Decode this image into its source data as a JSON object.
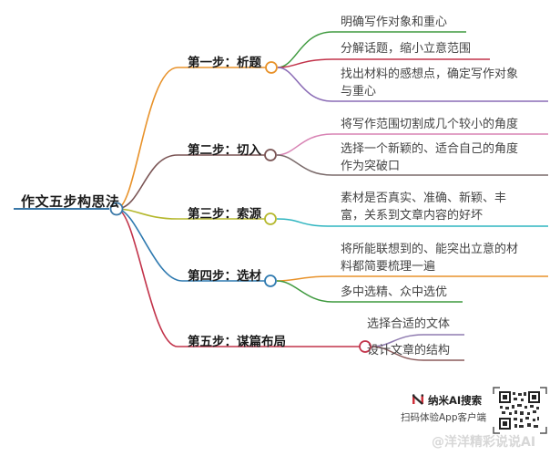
{
  "root": {
    "label": "作文五步构思法",
    "color": "#3a78a8"
  },
  "steps": [
    {
      "label": "第一步：析题",
      "color": "#e8922a",
      "children": [
        {
          "label": "明确写作对象和重心",
          "color": "#3f9a3f"
        },
        {
          "label": "分解话题，缩小立意范围",
          "color": "#c2334a"
        },
        {
          "label1": "找出材料的感想点，确定写作对象",
          "label2": "与重心",
          "color": "#8a6bb5"
        }
      ]
    },
    {
      "label": "第二步：切入",
      "color": "#7a5454",
      "children": [
        {
          "label": "将写作范围切割成几个较小的角度",
          "color": "#d883b4"
        },
        {
          "label1": "选择一个新颖的、适合自己的角度",
          "label2": "作为突破口",
          "color": "#7a6a6a"
        }
      ]
    },
    {
      "label": "第三步：索源",
      "color": "#b5b82e",
      "children": [
        {
          "label1": "素材是否真实、准确、新颖、丰",
          "label2": "富，关系到文章内容的好坏",
          "color": "#2fb5c0"
        }
      ]
    },
    {
      "label": "第四步：选材",
      "color": "#2f7ab0",
      "children": [
        {
          "label1": "将所能联想到的、能突出立意的材",
          "label2": "料都简要梳理一遍",
          "color": "#e8922a"
        },
        {
          "label": "多中选精、众中选优",
          "color": "#3f9a3f"
        }
      ]
    },
    {
      "label": "第五步：谋篇布局",
      "color": "#c2334a",
      "children": [
        {
          "label": "选择合适的文体",
          "color": "#8f7bb0"
        },
        {
          "label": "设计文章的结构",
          "color": "#8a5a5a"
        }
      ]
    }
  ],
  "footer": {
    "brand_name": "纳米AI搜索",
    "brand_sub": "扫码体验App客户端",
    "watermark": "@洋洋精彩说说AI",
    "brand_icon_color": "#d0313a"
  }
}
